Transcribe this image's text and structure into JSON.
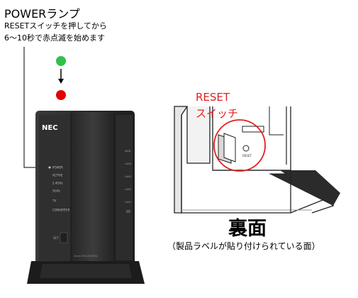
{
  "power_lamp": {
    "title": "POWERランプ",
    "line1": "RESETスイッチを押してから",
    "line2": "6〜10秒で赤点滅を始めます",
    "color_before": "#2ec24a",
    "color_after": "#e30000"
  },
  "router": {
    "brand": "NEC",
    "indicators": [
      "POWER",
      "ACTIVE",
      "2.4GHz",
      "5GHz",
      "TV",
      "CONVERTER"
    ],
    "right_labels": [
      "WAN",
      "LAN4",
      "LAN3",
      "LAN2",
      "LAN1"
    ],
    "button_label": "SET",
    "footer_label": "Aterm WG2600HS2",
    "body_color": "#2b2b2b"
  },
  "reset": {
    "label_line1": "RESET",
    "label_line2": "スイッチ",
    "color": "#e02020"
  },
  "back": {
    "title": "裏面",
    "subtitle": "（製品ラベルが貼り付けられている面）"
  }
}
